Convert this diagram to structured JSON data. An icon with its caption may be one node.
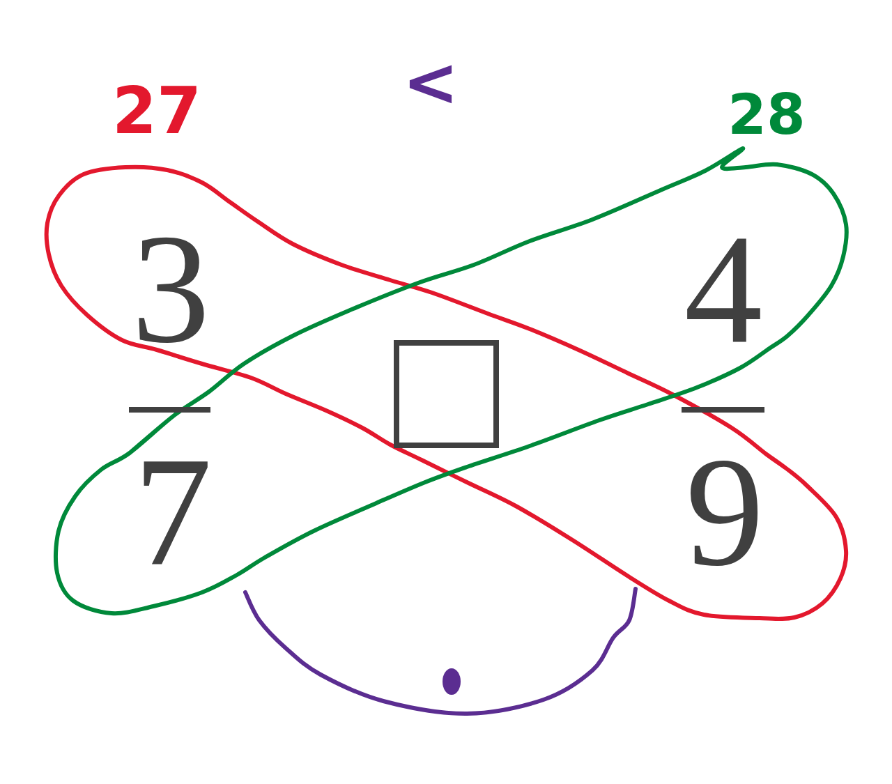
{
  "diagram": {
    "nodes": [
      {
        "text": [
          "3"
        ]
      },
      {
        "text": [
          "4"
        ]
      },
      {
        "text": [],
        "shape": "box"
      },
      {
        "text": [
          "7"
        ]
      },
      {
        "text": [
          "9"
        ]
      }
    ],
    "edges": [
      {
        "from": 0,
        "to": 4,
        "arrow": "none",
        "label": "27",
        "color": "#e3182d"
      },
      {
        "from": 3,
        "to": 1,
        "arrow": "none",
        "label": "28",
        "color": "#00893a"
      },
      {
        "from": 3,
        "to": 4,
        "arrow": "none",
        "color": "#5b2d91"
      }
    ],
    "labels": [
      "<"
    ]
  }
}
